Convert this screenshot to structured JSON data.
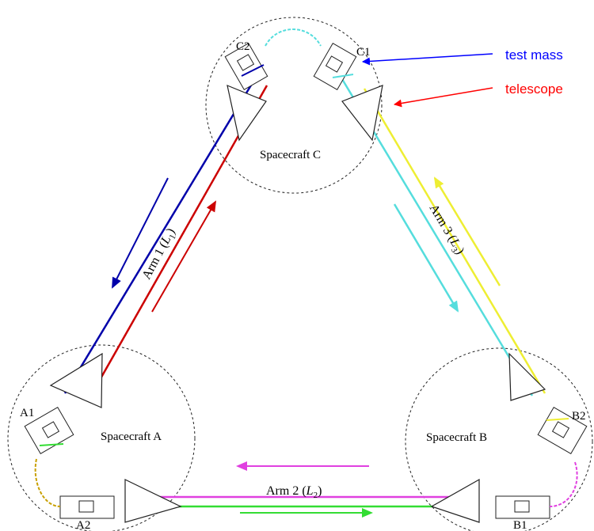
{
  "spacecraft": {
    "a": {
      "label": "Spacecraft A",
      "mass1": "A1",
      "mass2": "A2"
    },
    "b": {
      "label": "Spacecraft B",
      "mass1": "B1",
      "mass2": "B2"
    },
    "c": {
      "label": "Spacecraft C",
      "mass1": "C1",
      "mass2": "C2"
    }
  },
  "arms": {
    "arm1": {
      "label": "Arm 1 (",
      "symbol": "L",
      "sub": "1",
      "close": ")"
    },
    "arm2": {
      "label": "Arm 2 (",
      "symbol": "L",
      "sub": "2",
      "close": ")"
    },
    "arm3": {
      "label": "Arm 3 (",
      "symbol": "L",
      "sub": "3",
      "close": ")"
    }
  },
  "legend": {
    "test_mass": {
      "label": "test mass",
      "color": "#0000ff"
    },
    "telescope": {
      "label": "telescope",
      "color": "#ff0000"
    }
  },
  "colors": {
    "arm1_out": "#0000aa",
    "arm1_in": "#cc0000",
    "arm2_out": "#e040e0",
    "arm2_in": "#33dd33",
    "arm3_out": "#55dddd",
    "arm3_in": "#eeee33"
  }
}
